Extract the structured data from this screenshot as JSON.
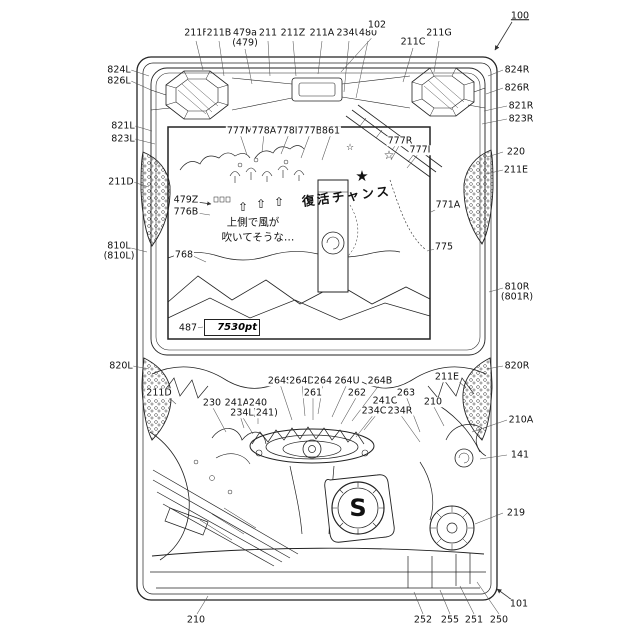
{
  "labels": {
    "100": "100",
    "101": "101",
    "102": "102",
    "211F": "211F",
    "211B": "211B",
    "479a": "479a",
    "(479)": "(479)",
    "211": "211",
    "211Z": "211Z",
    "211A": "211A",
    "234U": "234U",
    "480": "480",
    "211C": "211C",
    "211G": "211G",
    "824L": "824L",
    "826L": "826L",
    "824R": "824R",
    "826R": "826R",
    "821L": "821L",
    "823L": "823L",
    "821R": "821R",
    "823R": "823R",
    "777M": "777M",
    "778A": "778A",
    "778B": "778B",
    "777B": "777B",
    "861": "861",
    "777R": "777R",
    "777I": "777I",
    "220": "220",
    "211D": "211D",
    "211E": "211E",
    "479Z": "479Z",
    "776B": "776B",
    "771A": "771A",
    "810L": "810L",
    "(810L)": "(810L)",
    "768": "768",
    "775": "775",
    "810R": "810R",
    "(801R)": "(801R)",
    "487": "487",
    "820L": "820L",
    "820R": "820R",
    "264S": "264S",
    "264D": "264D",
    "264": "264",
    "264U": "264U",
    "264B": "264B",
    "261": "261",
    "262": "262",
    "241C": "241C",
    "263": "263",
    "230": "230",
    "241A": "241A",
    "240": "240",
    "(241)": "(241)",
    "234L": "234L",
    "234C": "234C",
    "234R": "234R",
    "210": "210",
    "210A": "210A",
    "141": "141",
    "219": "219",
    "252": "252",
    "255": "255",
    "251": "251",
    "250": "250"
  },
  "screen": {
    "banner": "復活チャンス",
    "caption_line1": "上側で風が",
    "caption_line2": "吹いてそうな…",
    "arrow": "⇧",
    "points": "7530pt"
  },
  "symbols": {
    "star_filled": "★",
    "star_open": "☆"
  },
  "emblem": {
    "letter": "S"
  },
  "colors": {
    "line": "#222222",
    "leader": "#555555"
  }
}
